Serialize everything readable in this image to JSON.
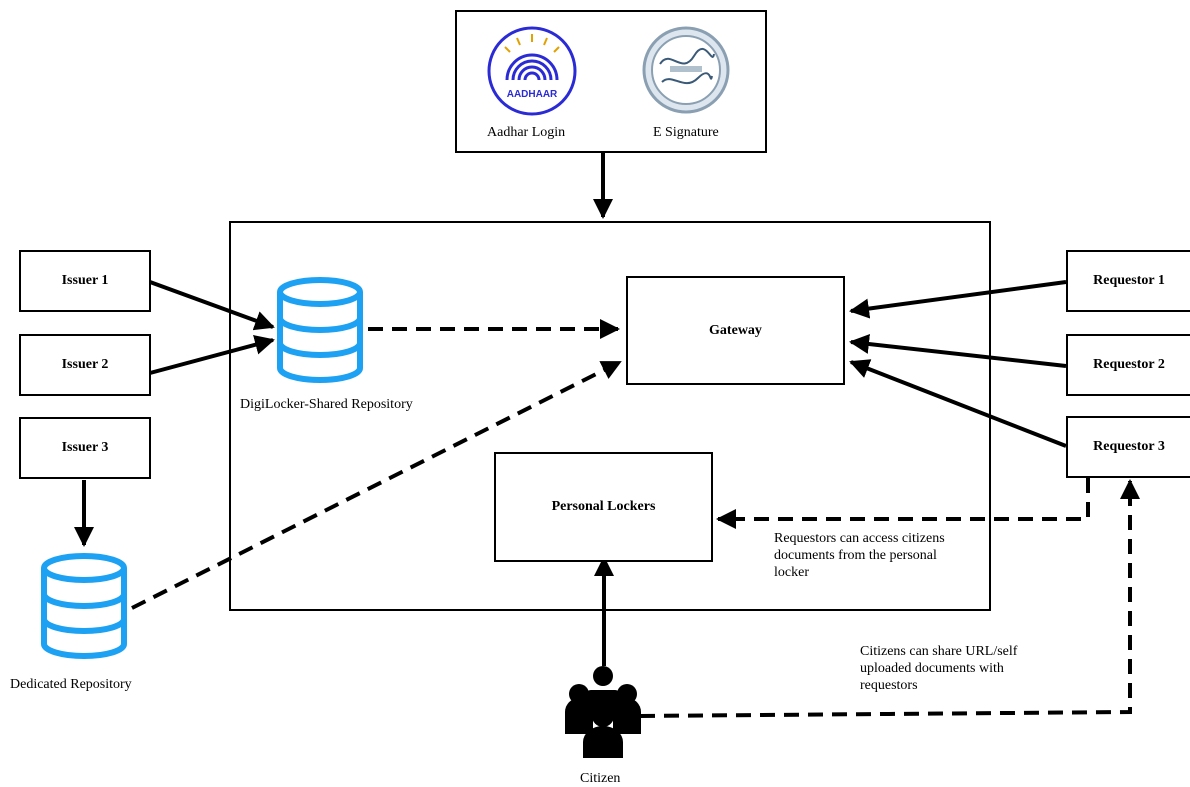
{
  "top_box": {
    "aadhaar_logo_text": "AADHAAR",
    "aadhar_login_label": "Aadhar  Login",
    "esignature_label": "E Signature"
  },
  "issuers": [
    "Issuer 1",
    "Issuer 2",
    "Issuer 3"
  ],
  "requestors": [
    "Requestor 1",
    "Requestor 2",
    "Requestor 3"
  ],
  "shared_repository_label": "DigiLocker-Shared Repository",
  "dedicated_repository_label": "Dedicated  Repository",
  "gateway_label": "Gateway",
  "personal_lockers_label": "Personal Lockers",
  "citizen_label": "Citizen",
  "notes": {
    "requestor_access": [
      "Requestors can access citizens",
      "documents from the personal",
      "locker"
    ],
    "citizen_share": [
      "Citizens can share URL/self",
      "uploaded documents with",
      "requestors"
    ]
  },
  "colors": {
    "database_icon": "#1da1f2",
    "aadhaar_logo": "#2b2bd6",
    "seal": "#9fb8c8"
  }
}
